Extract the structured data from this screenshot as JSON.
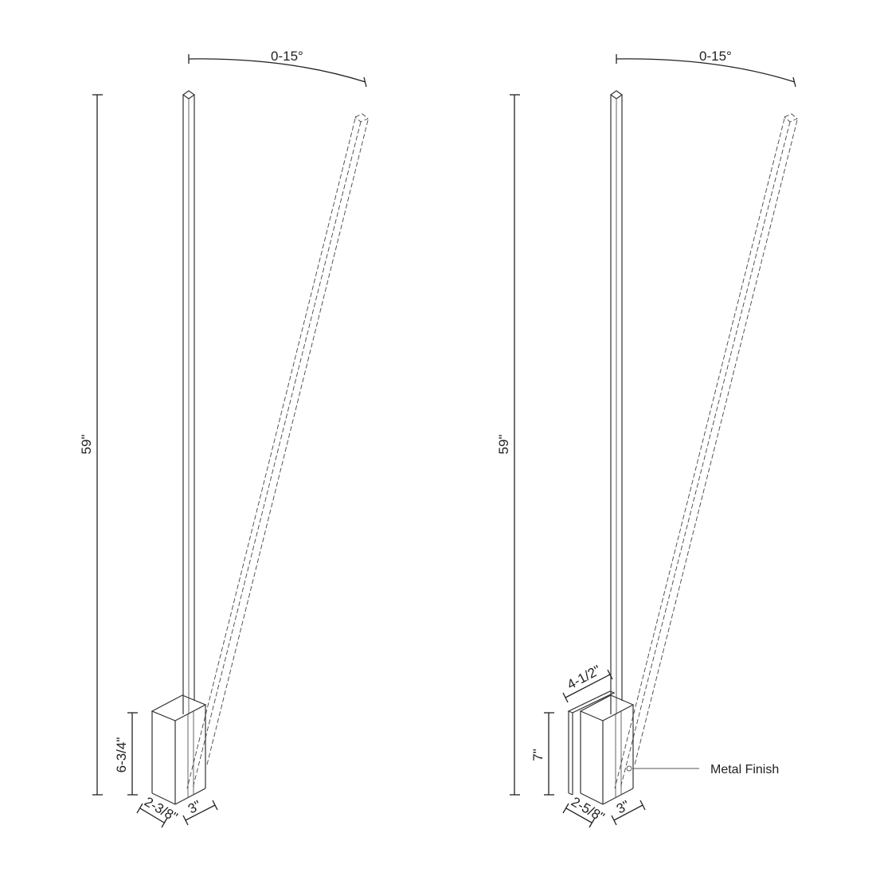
{
  "diagram": {
    "type": "product dimension drawing",
    "views": [
      {
        "id": "left",
        "labels": {
          "angle": "0-15°",
          "height": "59\"",
          "base_height": "6-3/4\"",
          "base_depth": "2-3/8\"",
          "base_width": "3\""
        }
      },
      {
        "id": "right",
        "labels": {
          "angle": "0-15°",
          "height": "59\"",
          "base_height": "7\"",
          "base_depth": "2-5/8\"",
          "base_width": "3\"",
          "plate_width": "4-1/2\"",
          "callout": "Metal Finish"
        }
      }
    ]
  }
}
